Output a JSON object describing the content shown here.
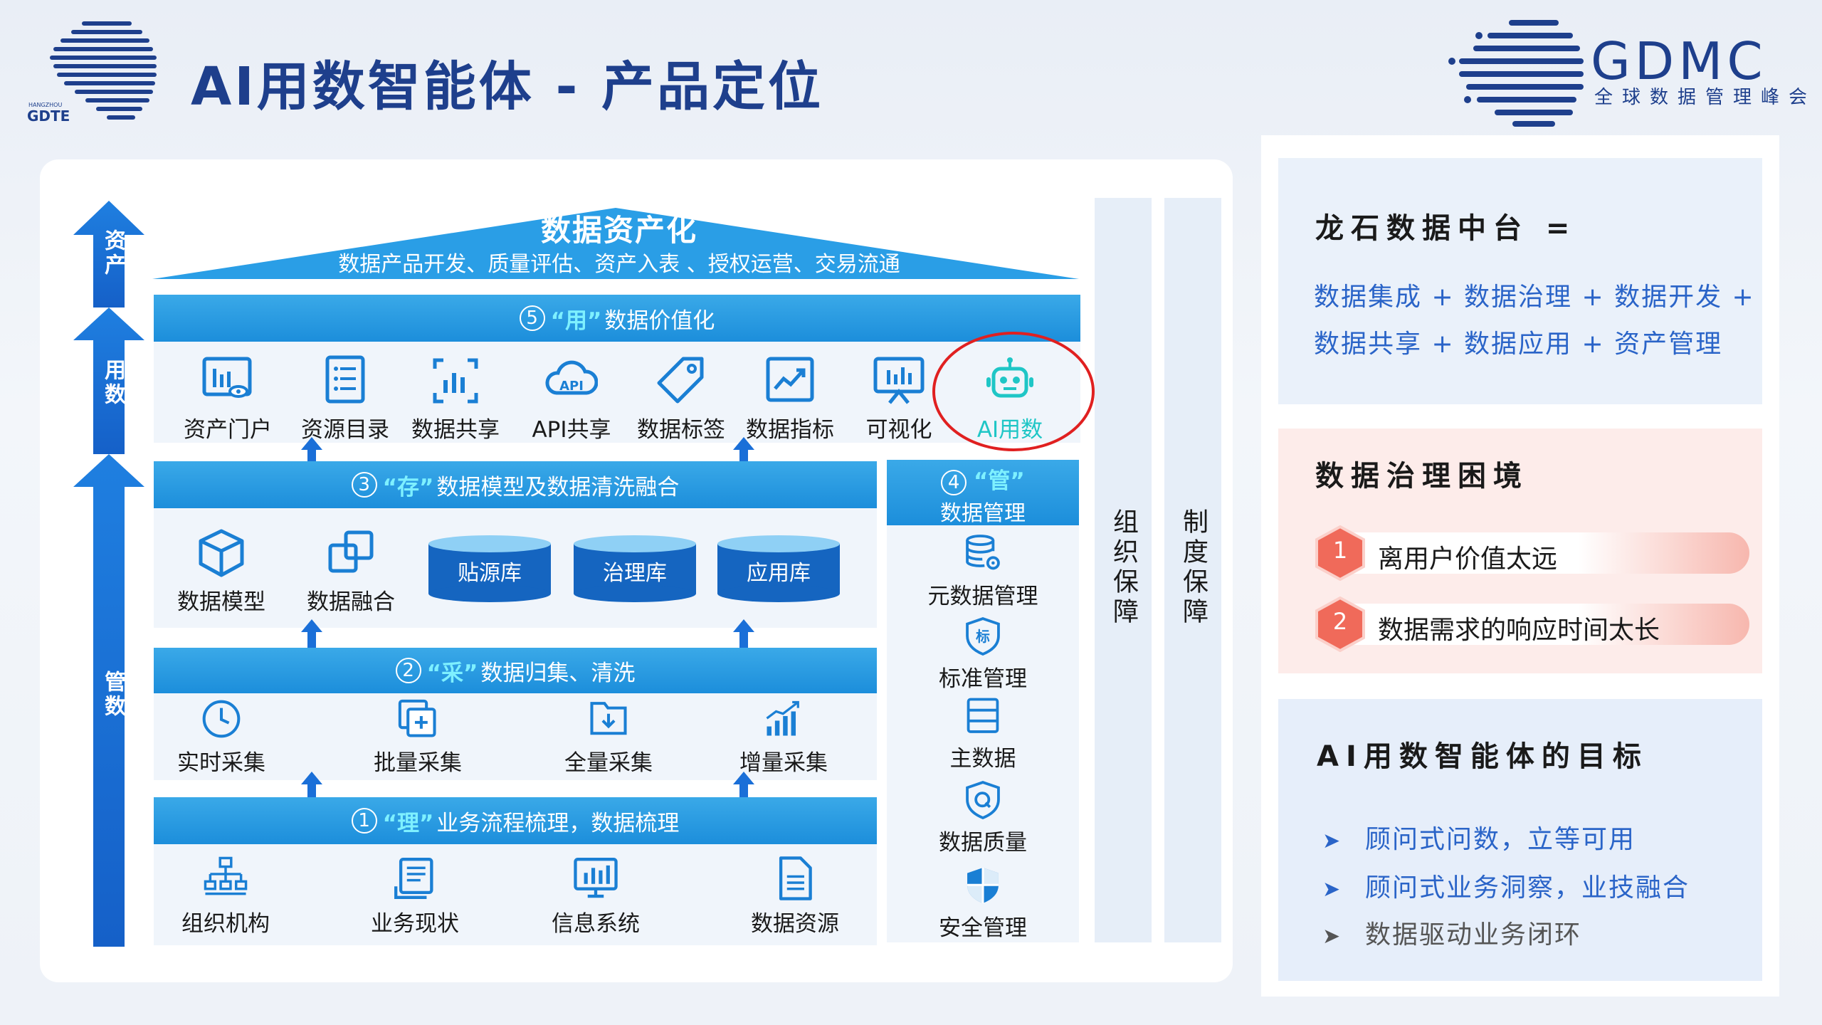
{
  "header": {
    "title": "AI用数智能体 - 产品定位",
    "logo_left_text": "GDTE",
    "logo_left_small": "HANGZHOU",
    "logo_right_text": "GDMC",
    "logo_right_sub": "全球数据管理峰会"
  },
  "side_arrows": [
    {
      "label": "资产"
    },
    {
      "label": "用数"
    },
    {
      "label": "管数"
    }
  ],
  "roof": {
    "title": "数据资产化",
    "subtitle": "数据产品开发、质量评估、资产入表 、授权运营、交易流通"
  },
  "layers": {
    "use": {
      "num": "5",
      "highlight": "“用”",
      "text": "数据价值化",
      "items": [
        {
          "label": "资产门户",
          "icon": "asset-portal-icon"
        },
        {
          "label": "资源目录",
          "icon": "resource-catalog-icon"
        },
        {
          "label": "数据共享",
          "icon": "data-share-icon"
        },
        {
          "label": "API共享",
          "icon": "api-cloud-icon"
        },
        {
          "label": "数据标签",
          "icon": "tag-icon"
        },
        {
          "label": "数据指标",
          "icon": "trend-chart-icon"
        },
        {
          "label": "可视化",
          "icon": "visualization-icon"
        },
        {
          "label": "AI用数",
          "icon": "robot-icon"
        }
      ]
    },
    "store": {
      "num": "3",
      "highlight": "“存”",
      "text": " 数据模型及数据清洗融合",
      "items": [
        {
          "label": "数据模型",
          "icon": "cube-icon"
        },
        {
          "label": "数据融合",
          "icon": "merge-icon"
        }
      ],
      "dbs": [
        "贴源库",
        "治理库",
        "应用库"
      ]
    },
    "collect": {
      "num": "2",
      "highlight": "“采”",
      "text": "数据归集、清洗",
      "items": [
        {
          "label": "实时采集",
          "icon": "clock-icon"
        },
        {
          "label": "批量采集",
          "icon": "batch-icon"
        },
        {
          "label": "全量采集",
          "icon": "download-icon"
        },
        {
          "label": "增量采集",
          "icon": "growth-icon"
        }
      ]
    },
    "sort": {
      "num": "1",
      "highlight": "“理”",
      "text": "业务流程梳理，数据梳理",
      "items": [
        {
          "label": "组织机构",
          "icon": "org-chart-icon"
        },
        {
          "label": "业务现状",
          "icon": "document-list-icon"
        },
        {
          "label": "信息系统",
          "icon": "monitor-chart-icon"
        },
        {
          "label": "数据资源",
          "icon": "file-icon"
        }
      ]
    }
  },
  "management": {
    "num": "4",
    "highlight": "“管”",
    "text": "数据管理",
    "items": [
      {
        "label": "元数据管理",
        "icon": "database-gear-icon"
      },
      {
        "label": "标准管理",
        "icon": "standard-shield-icon"
      },
      {
        "label": "主数据",
        "icon": "master-data-icon"
      },
      {
        "label": "数据质量",
        "icon": "quality-shield-icon"
      },
      {
        "label": "安全管理",
        "icon": "security-shield-icon"
      }
    ]
  },
  "pillars": [
    {
      "label": "组织保障"
    },
    {
      "label": "制度保障"
    }
  ],
  "right": {
    "card1": {
      "title": "龙石数据中台 =",
      "line1": "数据集成 + 数据治理 + 数据开发 +",
      "line2": "数据共享 + 数据应用 + 资产管理"
    },
    "card2": {
      "title": "数据治理困境",
      "items": [
        {
          "num": "1",
          "text": "离用户价值太远"
        },
        {
          "num": "2",
          "text": "数据需求的响应时间太长"
        }
      ]
    },
    "card3": {
      "title": "AI用数智能体的目标",
      "goals": [
        {
          "text": "顾问式问数，立等可用",
          "color": "#2a64c8"
        },
        {
          "text": "顾问式业务洞察，业技融合",
          "color": "#2a64c8"
        },
        {
          "text": "数据驱动业务闭环",
          "color": "#555555"
        }
      ]
    }
  },
  "colors": {
    "title": "#1e3f8c",
    "bar": "#1c8edb",
    "highlight": "#7ef0ff",
    "icon": "#1a7fd4",
    "ai": "#1fc6c6",
    "circle": "#e02020",
    "arrow": "#1a6fd8"
  }
}
